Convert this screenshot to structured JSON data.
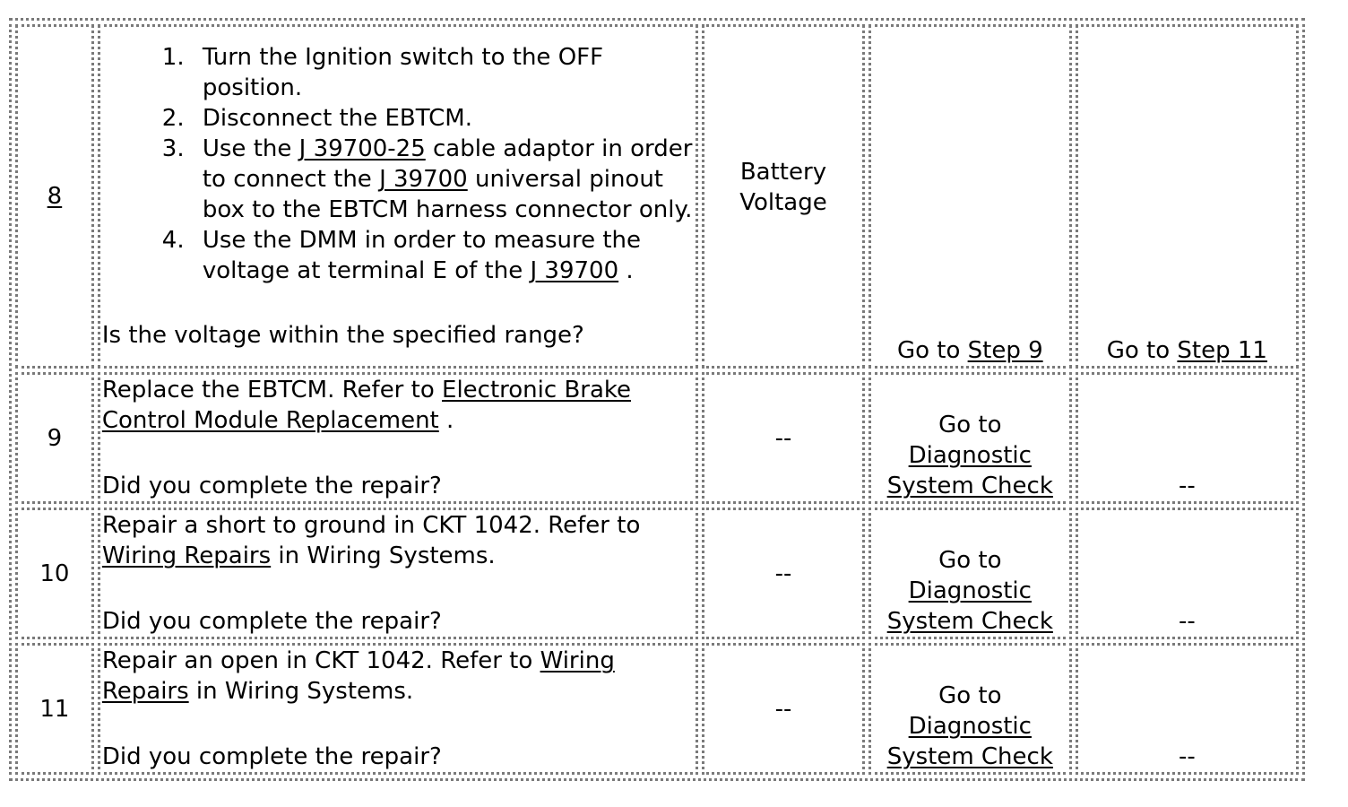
{
  "rows": [
    {
      "step": "8",
      "action_list": {
        "s1": "Turn the Ignition switch to the OFF position.",
        "s2": "Disconnect the EBTCM.",
        "s3a": "Use the ",
        "s3_link1": "J 39700-25",
        "s3b": " cable adaptor in order to connect the ",
        "s3_link2": "J 39700",
        "s3c": " universal pinout box to the EBTCM harness connector only.",
        "s4a": "Use the DMM in order to measure the voltage at terminal E of the ",
        "s4_link": "J 39700",
        "s4b": " ."
      },
      "question": "Is the voltage within the specified range?",
      "value": "Battery Voltage",
      "yes_text": "Go to ",
      "yes_link": "Step 9",
      "no_text": "Go to ",
      "no_link": "Step 11"
    },
    {
      "step": "9",
      "action_a": "Replace the EBTCM. Refer to ",
      "action_link": "Electronic Brake Control Module Replacement",
      "action_b": " .",
      "question": "Did you complete the repair?",
      "value": "--",
      "yes_text": "Go to",
      "yes_link": "Diagnostic System Check",
      "no": "--"
    },
    {
      "step": "10",
      "action_a": "Repair a short to ground in CKT 1042. Refer to ",
      "action_link": "Wiring Repairs",
      "action_b": " in Wiring Systems.",
      "question": "Did you complete the repair?",
      "value": "--",
      "yes_text": "Go to",
      "yes_link": "Diagnostic System Check",
      "no": "--"
    },
    {
      "step": "11",
      "action_a": "Repair an open in CKT 1042. Refer to ",
      "action_link": "Wiring Repairs",
      "action_b": " in Wiring Systems.",
      "question": "Did you complete the repair?",
      "value": "--",
      "yes_text": "Go to",
      "yes_link": "Diagnostic System Check",
      "no": "--"
    }
  ]
}
